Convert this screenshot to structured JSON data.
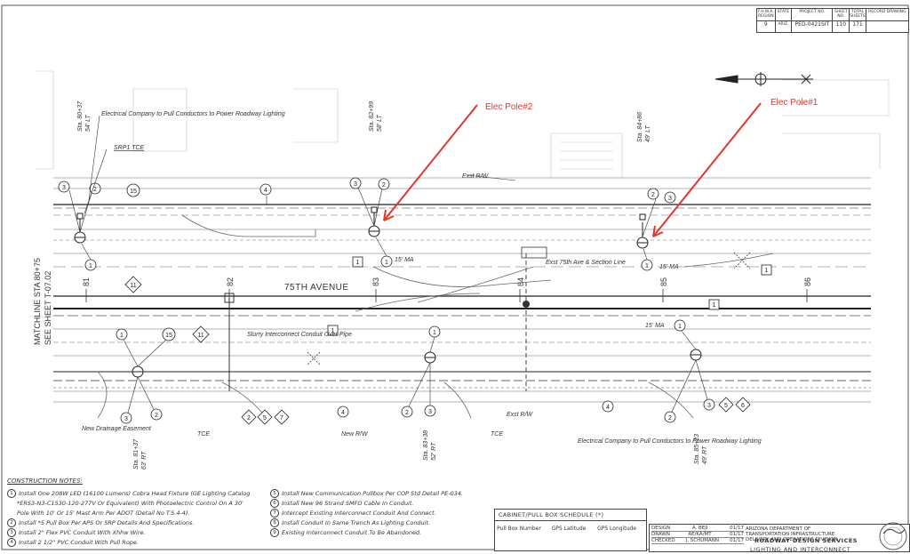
{
  "header_table": {
    "columns": [
      "F.H.W.A. REGION",
      "STATE",
      "PROJECT NO.",
      "SHEET NO.",
      "TOTAL SHEETS",
      "RECORD DRAWING"
    ],
    "values": [
      "9",
      "ARIZ.",
      "PED-0421SIT",
      "110",
      "171",
      ""
    ]
  },
  "callouts": {
    "pole2": "Elec Pole#2",
    "pole1": "Elec Pole#1"
  },
  "stations": {
    "s1": "Sta. 80+37",
    "s1b": "54' LT",
    "s2": "Sta. 82+99",
    "s2b": "58' LT",
    "s3": "Sta. 84+86",
    "s3b": "49' LT",
    "s4": "Sta. 81+37",
    "s4b": "63' RT",
    "s5": "Sta. 83+38",
    "s5b": "52' RT",
    "s6": "Sta. 85+23",
    "s6b": "49' RT"
  },
  "station_ticks": [
    "81",
    "82",
    "83",
    "84",
    "85",
    "86"
  ],
  "labels": {
    "elec_top": "Electrical Company to Pull Conductors to Power Roadway Lighting",
    "srp_tce": "SRP1 TCE",
    "exst_rw_top": "Exst R/W",
    "exst_75th": "Exst 75th Ave & Section Line",
    "avenue": "75TH AVENUE",
    "matchline": "MATCHLINE STA 80+75",
    "matchline_b": "SEE SHEET T-07.02",
    "ma15_a": "15' MA",
    "ma15_b": "15' MA",
    "ma15_c": "15' MA",
    "slurry": "Slurry Interconnect Conduit Over Pipe",
    "new_drainage": "New Drainage Easement",
    "tce1": "TCE",
    "new_rw": "New R/W",
    "tce2": "TCE",
    "exst_rw_bottom": "Exst R/W",
    "elec_bottom": "Electrical Company to Pull Conductors to Power Roadway Lighting"
  },
  "notes": {
    "title": "CONSTRUCTION NOTES:",
    "left": [
      {
        "n": "1",
        "text": "Install One 208W LED (16100 Lumens) Cobra Head Fixture (GE Lighting Catalog"
      },
      {
        "n": "",
        "text": "*ERS3-N3-C1530-120-277V Or Equivalent) With Photoelectric Control On A 30'"
      },
      {
        "n": "",
        "text": "Pole With 10' Or 15' Mast Arm Per ADOT (Detail No T.S.4-4)."
      },
      {
        "n": "2",
        "text": "Install *5 Pull Box Per APS Or SRP Details And Specifications."
      },
      {
        "n": "3",
        "text": "Install 2\" Flex PVC Conduit With Xhhw Wire."
      },
      {
        "n": "4",
        "text": "Install 2 1/2\" PVC Conduit With Pull Rope."
      }
    ],
    "right": [
      {
        "n": "5",
        "text": "Install New Communication Pullbox Per COP Std Detail PE-034."
      },
      {
        "n": "6",
        "text": "Install New 96 Strand SMFO Cable In Conduit."
      },
      {
        "n": "7",
        "text": "Intercept Existing Interconnect Conduit And Connect."
      },
      {
        "n": "8",
        "text": "Install Conduit In Same Trench As Lighting Conduit."
      },
      {
        "n": "9",
        "text": "Existing Interconnect Conduit To Be Abandoned."
      }
    ]
  },
  "schedule": {
    "title": "CABINET/PULL BOX SCHEDULE (*)",
    "col1": "Pull Box Number",
    "col2": "GPS Latitude",
    "col3": "GPS Longitude"
  },
  "title_block": {
    "rows": [
      {
        "k": "DESIGN",
        "v": "A. BEJI",
        "d": "01/17"
      },
      {
        "k": "DRAWN",
        "v": "AE/KA/MT",
        "d": "01/17"
      },
      {
        "k": "CHECKED",
        "v": "J. SCHUMANN",
        "d": "01/17"
      }
    ],
    "org": "ARIZONA DEPARTMENT OF TRANSPORTATION INFRASTRUCTURE DELIVERY AND OPERATIONS DIVISION",
    "dept": "ROADWAY DESIGN SERVICES",
    "sheet_title": "LIGHTING AND INTERCONNECT"
  },
  "colors": {
    "callout": "#e0382a",
    "line": "#333333",
    "faint": "#9a9a9a"
  }
}
